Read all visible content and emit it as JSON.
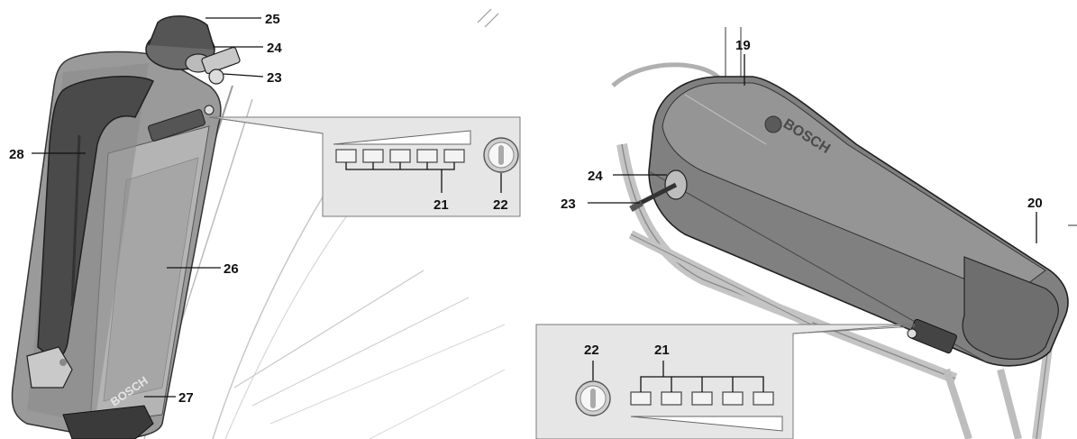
{
  "callouts": {
    "c19": "19",
    "c20": "20",
    "c21": "21",
    "c22": "22",
    "c23": "23",
    "c24": "24",
    "c25": "25",
    "c26": "26",
    "c27": "27",
    "c28": "28"
  },
  "brand": {
    "logo_text": "BOSCH"
  },
  "charge_indicator": {
    "led_count": 5
  },
  "colors": {
    "housing_dark": "#7f7f7f",
    "housing_mid": "#9a9a9a",
    "housing_light": "#c4c4c4",
    "inset_panel": "#e4e4e4",
    "ink": "#111111"
  }
}
